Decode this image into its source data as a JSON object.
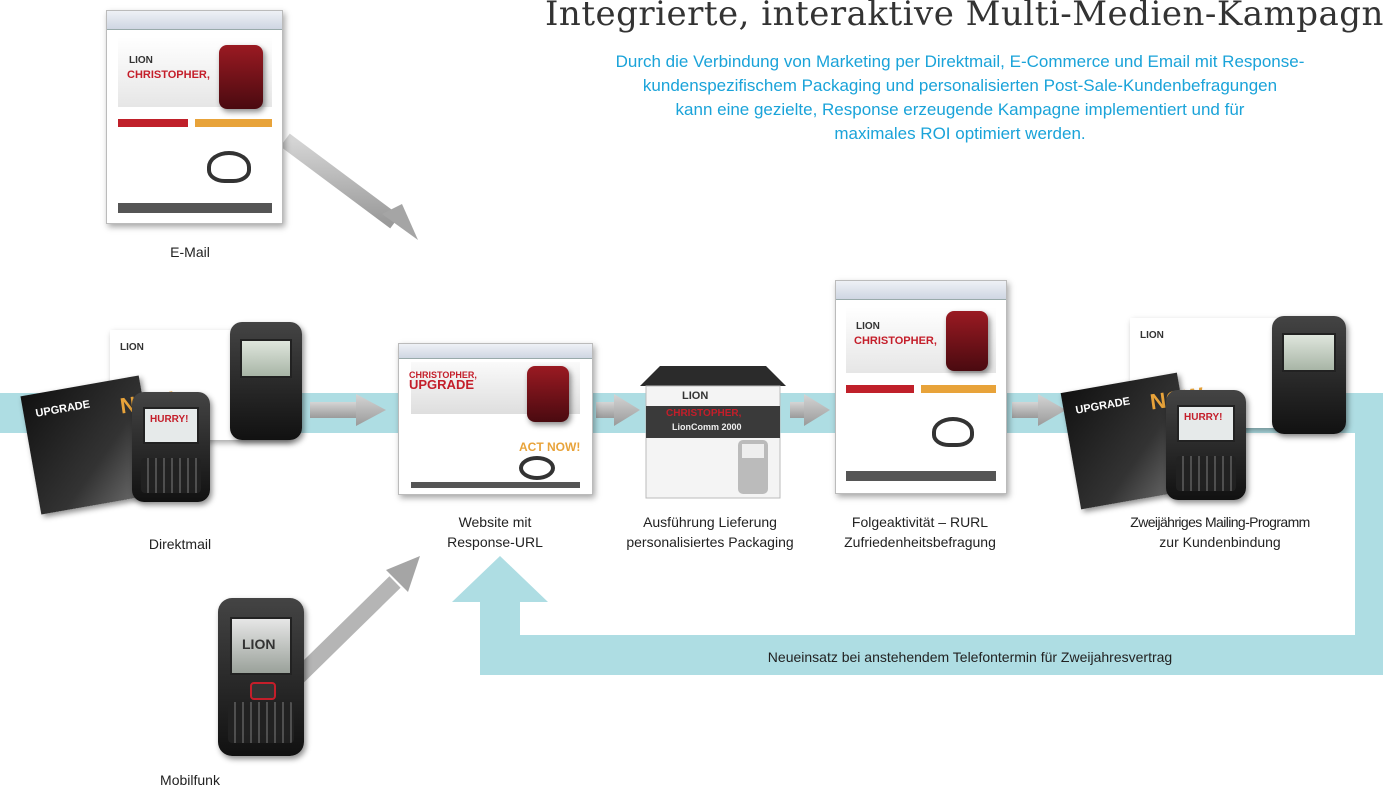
{
  "title": "Integrierte, interaktive Multi-Medien-Kampagne",
  "subtitle_lines": [
    "Durch die Verbindung von Marketing per Direktmail, E-Commerce und Email mit Response-",
    "kundenspezifischem Packaging und personalisierten Post-Sale-Kundenbefragungen",
    "kann eine gezielte, Response erzeugende Kampagne implementiert und für",
    "maximales ROI optimiert werden."
  ],
  "nodes": {
    "email": {
      "label": "E-Mail"
    },
    "direktmail": {
      "label": "Direktmail"
    },
    "website": {
      "label_lines": [
        "Website mit",
        "Response-URL"
      ]
    },
    "lieferung": {
      "label_lines": [
        "Ausführung Lieferung",
        "personalisiertes Packaging"
      ]
    },
    "folge": {
      "label_lines": [
        "Folgeaktivität – RURL",
        "Zufriedenheitsbefragung"
      ]
    },
    "mailing": {
      "label_lines": [
        "Zweijähriges Mailing-Programm",
        "zur Kundenbindung"
      ]
    },
    "mobilfunk": {
      "label": "Mobilfunk"
    }
  },
  "loop_label": "Neueinsatz bei anstehendem Telefontermin für Zweijahresvertrag",
  "thumb_text": {
    "headline_name": "CHRISTOPHER,",
    "upgrade_word": "UPGRADE",
    "hurry": "HURRY!",
    "act_now": "ACT NOW!",
    "brand": "LION",
    "product": "LionComm 2000",
    "now_word": "NOW"
  },
  "colors": {
    "band": "#aedde3",
    "accent": "#1aa3d9",
    "arrow_gray": "#a9a9a9",
    "brand_red": "#c41e2a"
  }
}
